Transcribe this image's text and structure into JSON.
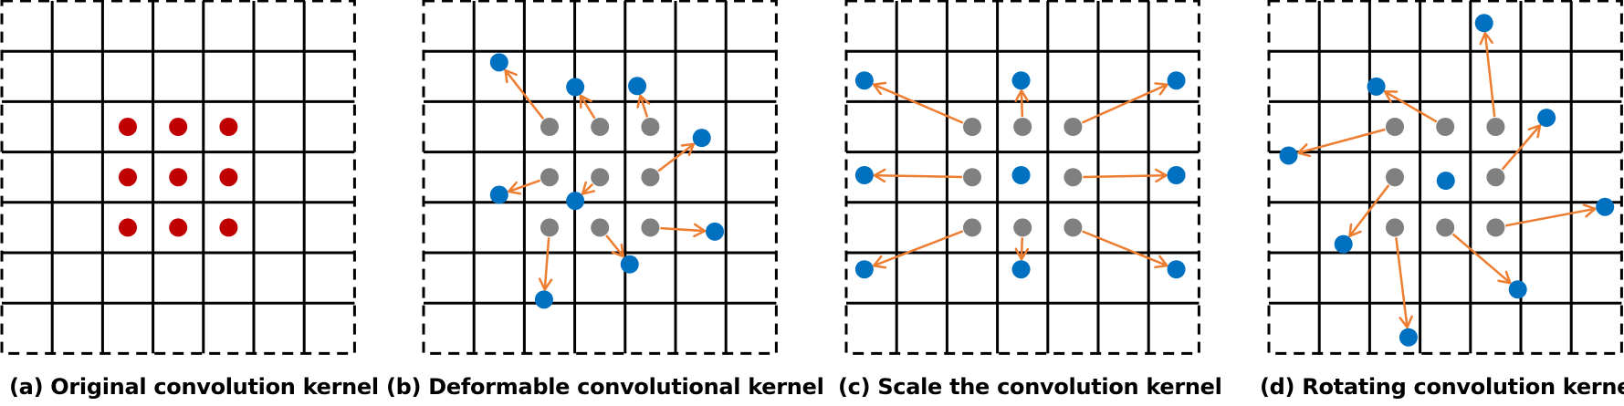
{
  "colors": {
    "grid": "#000000",
    "original_point": "#C00000",
    "sampling_point": "#808080",
    "offset_point": "#0070C0",
    "offset_arrow": "#ED7D31"
  },
  "grid_size": 7,
  "panels": [
    {
      "id": "a",
      "caption": "(a) Original convolution kernel",
      "kernel_points": [
        [
          2.5,
          2.5
        ],
        [
          3.5,
          2.5
        ],
        [
          4.5,
          2.5
        ],
        [
          2.5,
          3.5
        ],
        [
          3.5,
          3.5
        ],
        [
          4.5,
          3.5
        ],
        [
          2.5,
          4.5
        ],
        [
          3.5,
          4.5
        ],
        [
          4.5,
          4.5
        ]
      ],
      "kernel_style": "original",
      "offsets": []
    },
    {
      "id": "b",
      "caption": "(b) Deformable convolutional kernel",
      "kernel_points": [
        [
          2.5,
          2.5
        ],
        [
          3.5,
          2.5
        ],
        [
          4.5,
          2.5
        ],
        [
          2.5,
          3.5
        ],
        [
          3.5,
          3.5
        ],
        [
          4.5,
          3.5
        ],
        [
          2.5,
          4.5
        ],
        [
          3.5,
          4.5
        ],
        [
          4.5,
          4.5
        ]
      ],
      "kernel_style": "sampling",
      "offsets": [
        {
          "from": [
            2.5,
            2.5
          ],
          "to": [
            1.5,
            1.22
          ]
        },
        {
          "from": [
            3.5,
            2.5
          ],
          "to": [
            3.01,
            1.71
          ]
        },
        {
          "from": [
            4.5,
            2.5
          ],
          "to": [
            4.24,
            1.69
          ]
        },
        {
          "from": [
            2.5,
            3.5
          ],
          "to": [
            1.5,
            3.85
          ]
        },
        {
          "from": [
            3.5,
            3.5
          ],
          "to": [
            3.01,
            3.97
          ]
        },
        {
          "from": [
            4.5,
            3.5
          ],
          "to": [
            5.52,
            2.72
          ]
        },
        {
          "from": [
            2.5,
            4.5
          ],
          "to": [
            2.39,
            5.93
          ]
        },
        {
          "from": [
            3.5,
            4.5
          ],
          "to": [
            4.09,
            5.23
          ]
        },
        {
          "from": [
            4.5,
            4.5
          ],
          "to": [
            5.78,
            4.58
          ]
        }
      ]
    },
    {
      "id": "c",
      "caption": "(c) Scale the convolution kernel",
      "kernel_points": [
        [
          2.5,
          2.5
        ],
        [
          3.5,
          2.5
        ],
        [
          4.5,
          2.5
        ],
        [
          2.5,
          3.5
        ],
        [
          4.5,
          3.5
        ],
        [
          2.5,
          4.5
        ],
        [
          3.5,
          4.5
        ],
        [
          4.5,
          4.5
        ]
      ],
      "kernel_style": "sampling",
      "offsets": [
        {
          "from": [
            2.5,
            2.5
          ],
          "to": [
            0.36,
            1.58
          ]
        },
        {
          "from": [
            3.5,
            2.5
          ],
          "to": [
            3.47,
            1.58
          ]
        },
        {
          "from": [
            4.5,
            2.5
          ],
          "to": [
            6.55,
            1.58
          ]
        },
        {
          "from": [
            2.5,
            3.5
          ],
          "to": [
            0.36,
            3.46
          ]
        },
        {
          "from": [
            3.5,
            3.5
          ],
          "to": [
            3.47,
            3.46
          ]
        },
        {
          "from": [
            4.5,
            3.5
          ],
          "to": [
            6.55,
            3.46
          ]
        },
        {
          "from": [
            2.5,
            4.5
          ],
          "to": [
            0.36,
            5.33
          ]
        },
        {
          "from": [
            3.5,
            4.5
          ],
          "to": [
            3.47,
            5.33
          ]
        },
        {
          "from": [
            4.5,
            4.5
          ],
          "to": [
            6.55,
            5.33
          ]
        }
      ]
    },
    {
      "id": "d",
      "caption": "(d) Rotating convolution kernel",
      "kernel_points": [
        [
          2.5,
          2.5
        ],
        [
          3.5,
          2.5
        ],
        [
          4.5,
          2.5
        ],
        [
          2.5,
          3.5
        ],
        [
          4.5,
          3.5
        ],
        [
          2.5,
          4.5
        ],
        [
          3.5,
          4.5
        ],
        [
          4.5,
          4.5
        ]
      ],
      "kernel_style": "sampling",
      "offsets": [
        {
          "from": [
            2.5,
            2.5
          ],
          "to": [
            0.39,
            3.07
          ]
        },
        {
          "from": [
            3.5,
            2.5
          ],
          "to": [
            2.13,
            1.7
          ]
        },
        {
          "from": [
            4.5,
            2.5
          ],
          "to": [
            4.27,
            0.44
          ]
        },
        {
          "from": [
            2.5,
            3.5
          ],
          "to": [
            1.48,
            4.83
          ]
        },
        {
          "from": [
            3.5,
            3.5
          ],
          "to": [
            3.51,
            3.57
          ]
        },
        {
          "from": [
            4.5,
            3.5
          ],
          "to": [
            5.51,
            2.32
          ]
        },
        {
          "from": [
            2.5,
            4.5
          ],
          "to": [
            2.77,
            6.68
          ]
        },
        {
          "from": [
            3.5,
            4.5
          ],
          "to": [
            4.94,
            5.73
          ]
        },
        {
          "from": [
            4.5,
            4.5
          ],
          "to": [
            6.67,
            4.09
          ]
        }
      ]
    }
  ]
}
